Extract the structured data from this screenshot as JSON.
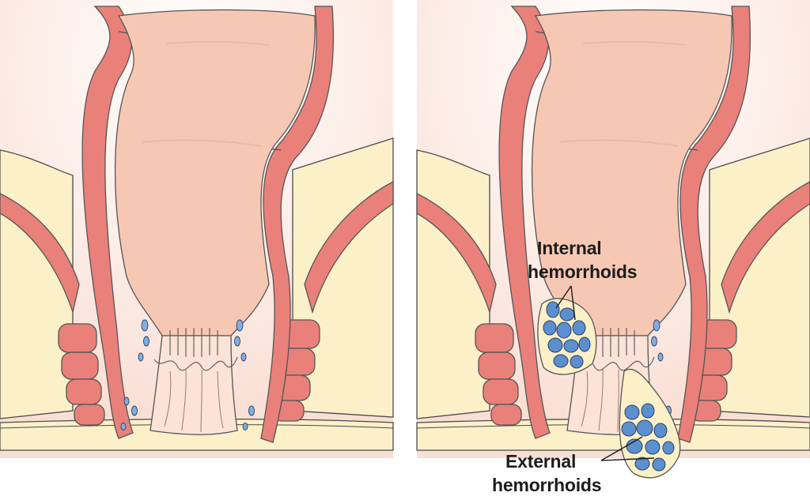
{
  "labels": {
    "internal_line1": "Internal",
    "internal_line2": "hemorrhoids",
    "external_line1": "External",
    "external_line2": "hemorrhoids"
  },
  "colors": {
    "background": "#ffffff",
    "lumen": "#f6c8b4",
    "lumen_glow": "#fbe3d8",
    "wall": "#e9817a",
    "wall_stroke": "#555555",
    "fat": "#fbf0c8",
    "hemorrhoid": "#5b8fd0",
    "hemorrhoid_stroke": "#2d3f63",
    "outline": "#4a4a4a",
    "text": "#1c1c1c"
  }
}
